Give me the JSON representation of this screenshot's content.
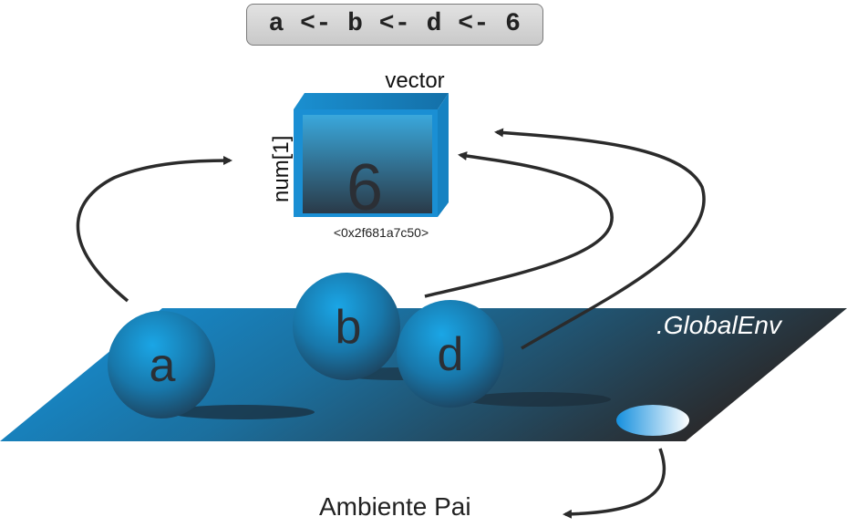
{
  "code": "a <- b <- d <- 6",
  "vector": {
    "type_label": "vector",
    "attr_label": "num[1]",
    "value": "6",
    "address": "<0x2f681a7c50>"
  },
  "environment": {
    "name": ".GlobalEnv",
    "parent_label": "Ambiente Pai"
  },
  "bindings": [
    {
      "name": "a"
    },
    {
      "name": "b"
    },
    {
      "name": "d"
    }
  ],
  "colors": {
    "plane_light": "#1590d6",
    "plane_dark": "#2b2b2d",
    "sphere": "#1a7fb8",
    "arrow": "#2b2b2b"
  }
}
